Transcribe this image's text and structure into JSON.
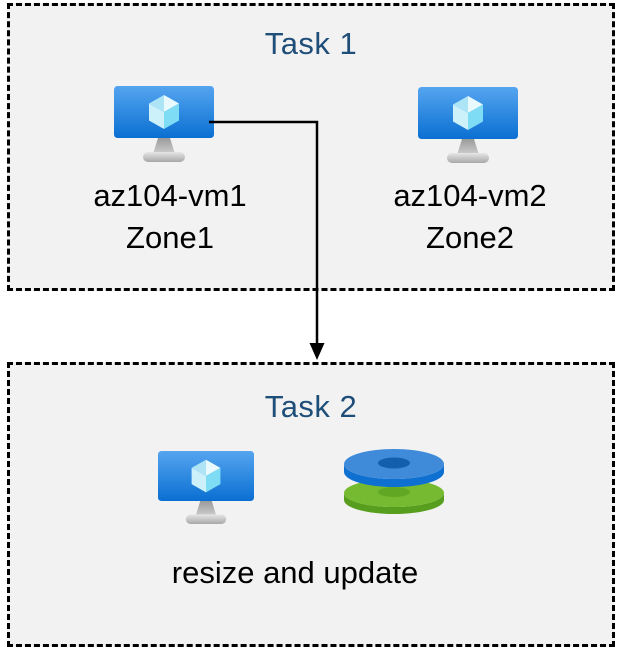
{
  "task1": {
    "title": "Task 1",
    "vms": [
      {
        "name": "az104-vm1",
        "zone": "Zone1"
      },
      {
        "name": "az104-vm2",
        "zone": "Zone2"
      }
    ]
  },
  "task2": {
    "title": "Task 2",
    "caption": "resize and update"
  },
  "arrow": {
    "from": "az104-vm1",
    "to": "Task 2"
  },
  "icons": {
    "vm": "virtual-machine-icon",
    "disk": "managed-disks-icon"
  },
  "colors": {
    "title_text": "#1f4e79",
    "body_text": "#000000",
    "panel_fill": "#f2f2f2",
    "panel_border": "#000000",
    "arrow": "#000000",
    "vm_screen_top": "#55a5ef",
    "vm_screen_bottom": "#0a6fd2",
    "cube_light": "#e9fafe",
    "cube_cyan": "#7fdcf5",
    "disk_blue_top": "#3f8bd9",
    "disk_blue_side": "#0e70d1",
    "disk_blue_hole": "#135fae",
    "disk_green_top": "#75ba30",
    "disk_green_side": "#579e1e",
    "disk_green_hole": "#61a724"
  }
}
